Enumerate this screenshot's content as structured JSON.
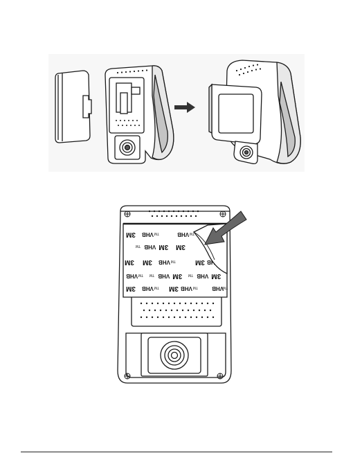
{
  "sticker": {
    "brand": "3M",
    "product": "VHB",
    "tm": "TM"
  },
  "colors": {
    "line": "#1a1a1a",
    "light_panel": "#f7f7f7",
    "rule": "#222222"
  },
  "icons": [
    "dashcam-mount-icon",
    "dashcam-rear-icon",
    "arrow-right-icon",
    "dashcam-mounted-icon",
    "adhesive-peel-arrow-icon"
  ]
}
